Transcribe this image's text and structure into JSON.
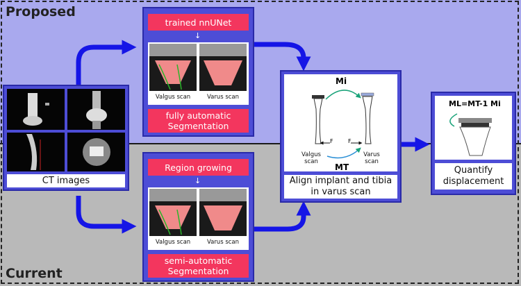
{
  "labels": {
    "proposed": "Proposed",
    "current": "Current"
  },
  "ct": {
    "caption": "CT images"
  },
  "proposed_seg": {
    "method": "trained nnUNet",
    "scan_left": "Valgus scan",
    "scan_right": "Varus scan",
    "caption": "fully automatic Segmentation"
  },
  "current_seg": {
    "method": "Region growing",
    "scan_left": "Valgus scan",
    "scan_right": "Varus scan",
    "caption": "semi-automatic Segmentation"
  },
  "align": {
    "mi_label": "Mi",
    "mt_label": "MT",
    "f_left": "F",
    "f_right": "F",
    "valgus": "Valgus scan",
    "varus": "Varus scan",
    "caption": "Align implant and tibia in varus scan"
  },
  "quantify": {
    "formula": "ML=MT-1 Mi",
    "caption": "Quantify displacement"
  },
  "colors": {
    "pink": "#f3365e",
    "blue_panel": "#4d4dd6",
    "arrow": "#1515e6",
    "band_top": "#a9a9ee",
    "band_bottom": "#b9b9b9"
  }
}
